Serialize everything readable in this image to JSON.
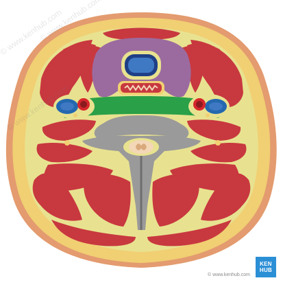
{
  "watermark": {
    "text_a": "© www.kenhub.com",
    "text_b": "© www.kenhub.com",
    "text_c": "© www.kenhub.com"
  },
  "credit": "© www.kenhub.com",
  "logo": {
    "line1": "KEN",
    "line2": "HUB"
  },
  "colors": {
    "skin": "#e39b6f",
    "fat": "#f1cf73",
    "fascia": "#e8e290",
    "muscle": "#c8383f",
    "thyroid": "#9b6b9f",
    "pretracheal_green": "#2aa048",
    "artery": "#d7262c",
    "vein": "#2468b0",
    "bone": "#9a9a9a",
    "spinal_cord": "#f3d7b7",
    "logo_blue": "#2b8fd6"
  },
  "icons": [
    "kenhub-logo"
  ]
}
